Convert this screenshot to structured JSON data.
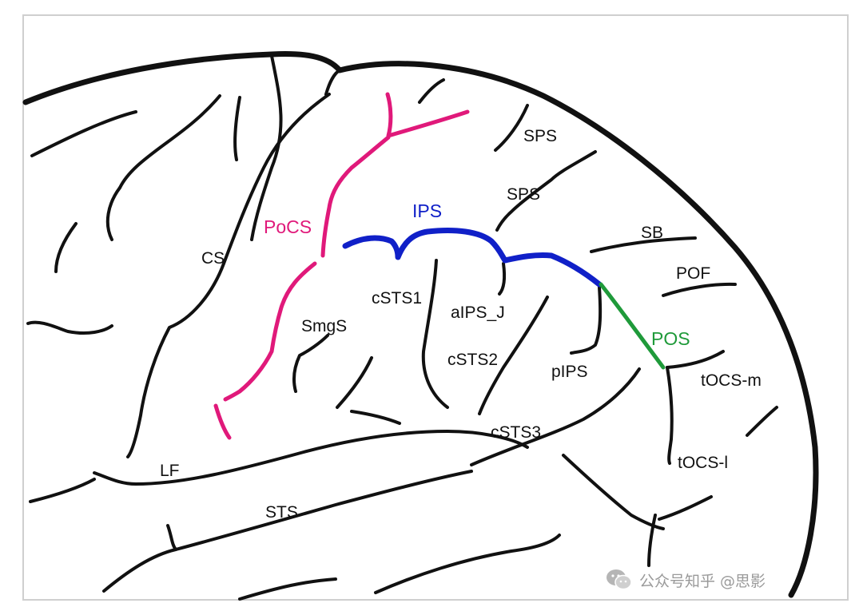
{
  "labels": {
    "pocs": "PoCS",
    "ips": "IPS",
    "pos": "POS",
    "cs": "CS",
    "sps_upper": "SPS",
    "sps_lower": "SPS",
    "sb": "SB",
    "pof": "POF",
    "cSTS1": "cSTS1",
    "aIPS_J": "aIPS_J",
    "smgS": "SmgS",
    "cSTS2": "cSTS2",
    "pIPS": "pIPS",
    "tOCS_m": "tOCS-m",
    "cSTS3": "cSTS3",
    "tOCS_l": "tOCS-l",
    "lf": "LF",
    "sts": "STS"
  },
  "colors": {
    "pocs": "#e0197a",
    "ips": "#1020c8",
    "pos": "#1f9a3a",
    "line": "#111111"
  },
  "watermark": {
    "icon": "wechat-icon",
    "text": "公众号知乎 @思影"
  }
}
